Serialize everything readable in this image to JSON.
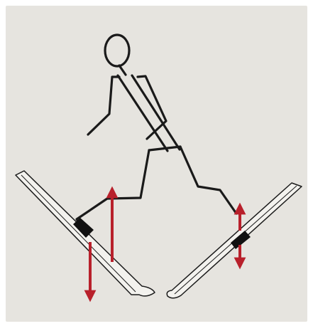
{
  "figure": {
    "subject": "stick-figure-skier-herringbone",
    "colors": {
      "background": "#e6e4df",
      "ink": "#1a1a1a",
      "arrow": "#b8202b",
      "binding": "#111111",
      "ski_fill": "#f3f2ee"
    },
    "arrows": [
      {
        "name": "left-ski-up-arrow",
        "direction": "up"
      },
      {
        "name": "left-ski-down-arrow",
        "direction": "down"
      },
      {
        "name": "right-ski-up-arrow",
        "direction": "up"
      },
      {
        "name": "right-ski-down-arrow",
        "direction": "down"
      }
    ]
  }
}
